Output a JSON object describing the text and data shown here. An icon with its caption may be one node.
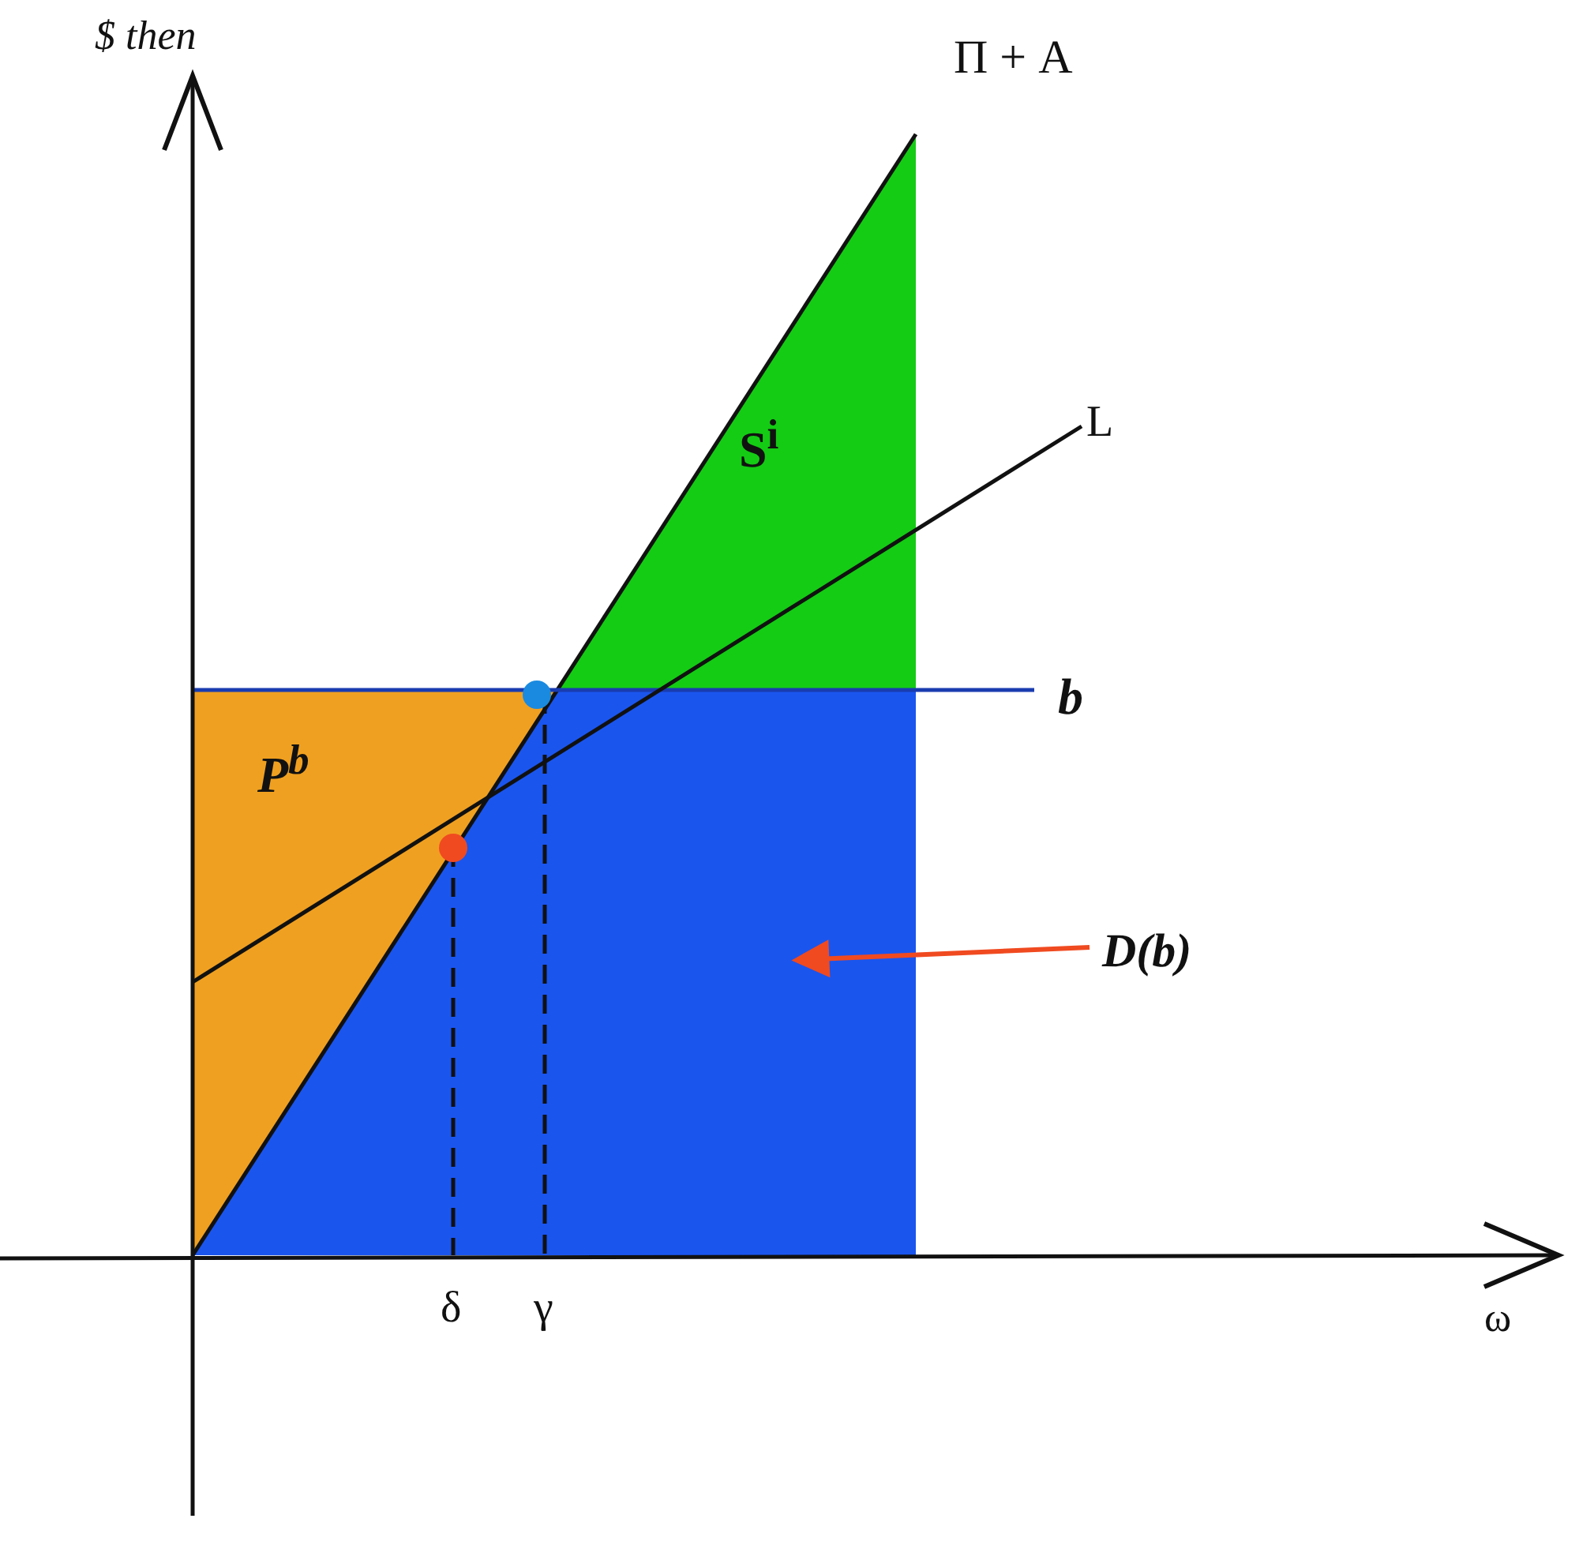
{
  "diagram": {
    "nodes": [
      {
        "text": [
          "D(b)"
        ]
      },
      {
        "text": [],
        "shape": "box"
      }
    ],
    "edges": [
      {
        "from": 0,
        "to": 1,
        "arrow": "to"
      }
    ],
    "labels": [
      "$ then",
      "Π + A",
      "S$^{i}$",
      "L",
      "b",
      "P$^{b}$",
      "δ",
      "γ",
      "ω"
    ]
  }
}
